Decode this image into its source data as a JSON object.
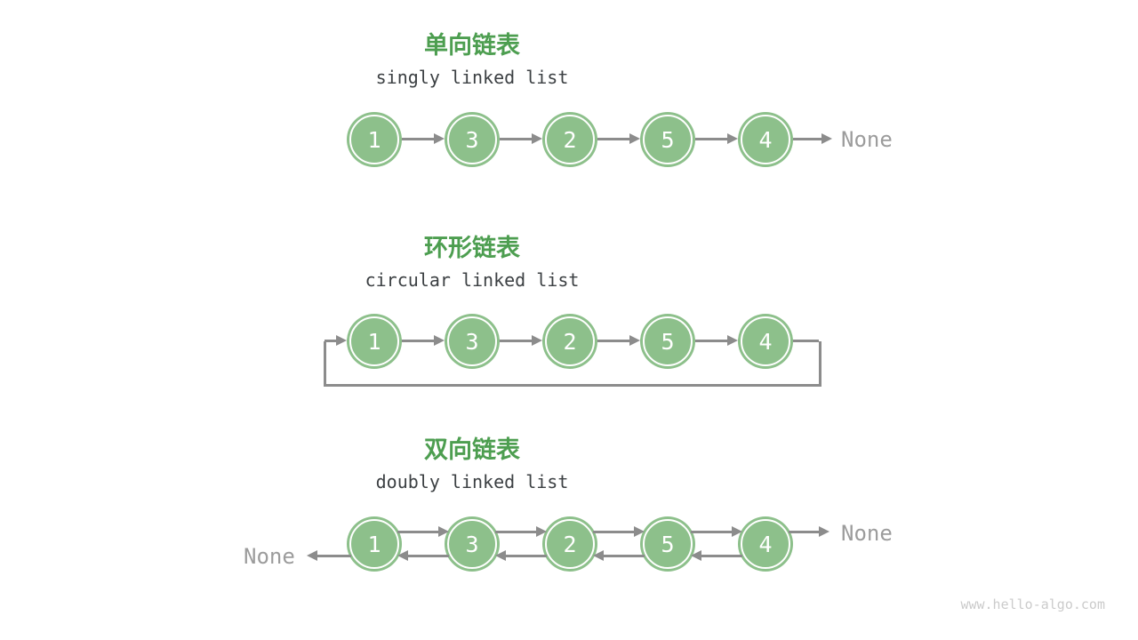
{
  "none_label": "None",
  "watermark": "www.hello-algo.com",
  "colors": {
    "node_green": "#8DC08B",
    "title_green": "#4D9E50",
    "arrow_gray": "#8C8C8C",
    "none_gray": "#9C9C9C",
    "subtitle_dark": "#3C4043",
    "watermark_gray": "#CBCBCB"
  },
  "sections": [
    {
      "id": "singly",
      "title": "单向链表",
      "subtitle": "singly linked list",
      "nodes": [
        "1",
        "3",
        "2",
        "5",
        "4"
      ],
      "tail_points_to": "None"
    },
    {
      "id": "circular",
      "title": "环形链表",
      "subtitle": "circular linked list",
      "nodes": [
        "1",
        "3",
        "2",
        "5",
        "4"
      ],
      "tail_points_to": "head"
    },
    {
      "id": "doubly",
      "title": "双向链表",
      "subtitle": "doubly linked list",
      "nodes": [
        "1",
        "3",
        "2",
        "5",
        "4"
      ],
      "head_prev_points_to": "None",
      "tail_points_to": "None"
    }
  ]
}
